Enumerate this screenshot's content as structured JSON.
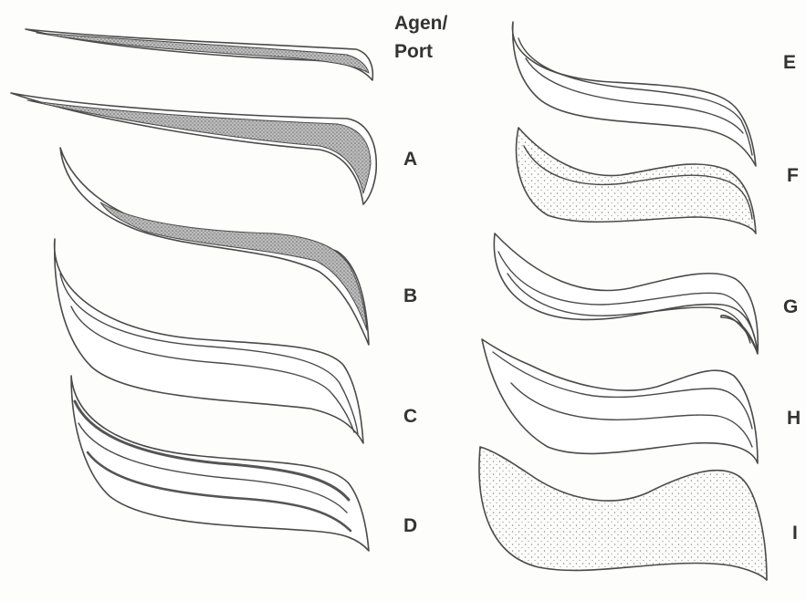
{
  "header": {
    "line1": "Agen/",
    "line2": "Port"
  },
  "labels": {
    "A": "A",
    "B": "B",
    "C": "C",
    "D": "D",
    "E": "E",
    "F": "F",
    "G": "G",
    "H": "H",
    "I": "I"
  },
  "colors": {
    "background": "#fdfdfb",
    "outline": "#4a4a4a",
    "stipple": "#8f8f8f",
    "label": "#333333"
  }
}
